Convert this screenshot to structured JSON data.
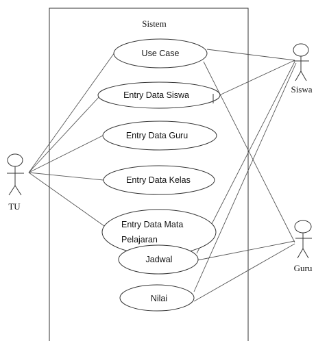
{
  "system": {
    "title": "Sistem"
  },
  "use_cases": {
    "use_case": "Use Case",
    "entry_siswa": "Entry Data Siswa",
    "entry_guru": "Entry Data Guru",
    "entry_kelas": "Entry Data Kelas",
    "entry_mapel_line1": "Entry Data Mata",
    "entry_mapel_line2": "Pelajaran",
    "jadwal": "Jadwal",
    "nilai": "Nilai"
  },
  "actors": {
    "tu": "TU",
    "siswa": "Siswa",
    "guru": "Guru"
  }
}
